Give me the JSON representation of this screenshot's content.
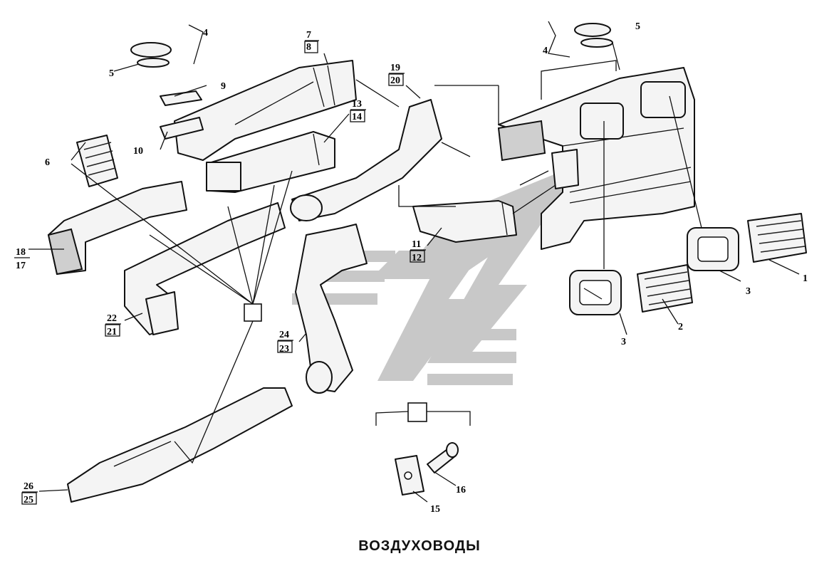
{
  "caption": "ВОЗДУХОВОДЫ",
  "callouts": {
    "c1": "1",
    "c2": "2",
    "c3a": "3",
    "c3b": "3",
    "c4a": "4",
    "c4b": "4",
    "c5a": "5",
    "c5b": "5",
    "c6": "6",
    "c7": "7",
    "c8": "8",
    "c9": "9",
    "c10": "10",
    "c11": "11",
    "c12": "12",
    "c13": "13",
    "c14": "14",
    "c15": "15",
    "c16": "16",
    "c17": "17",
    "c18": "18",
    "c19": "19",
    "c20": "20",
    "c21": "21",
    "c22": "22",
    "c23": "23",
    "c24": "24",
    "c25": "25",
    "c26": "26"
  }
}
